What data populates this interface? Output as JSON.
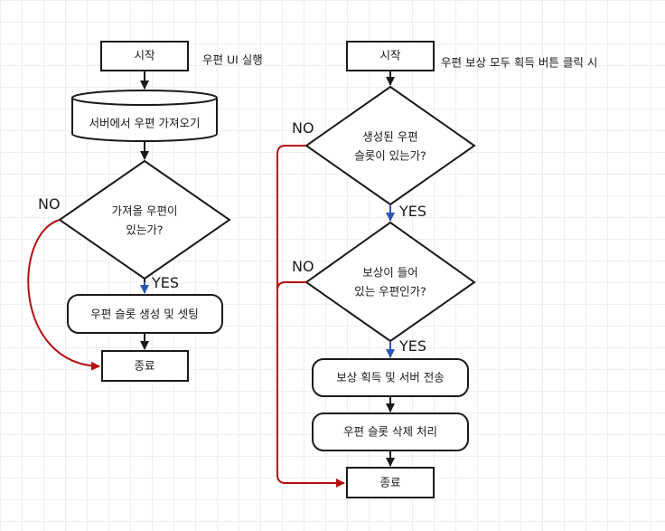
{
  "left_flow": {
    "start": "시작",
    "start_note": "우편 UI 실행",
    "fetch": "서버에서 우편 가져오기",
    "decision": [
      "가져올 우편이",
      "있는가?"
    ],
    "create": "우편 슬롯 생성 및 셋팅",
    "end": "종료",
    "label_no": "NO",
    "label_yes": "YES"
  },
  "right_flow": {
    "start": "시작",
    "start_note": "우편 보상 모두 획득 버튼 클릭 시",
    "decision1": [
      "생성된 우편",
      "슬롯이 있는가?"
    ],
    "decision2": [
      "보상이 들어",
      "있는 우편인가?"
    ],
    "acquire": "보상 획득 및 서버 전송",
    "delete": "우편 슬롯 삭제 처리",
    "end": "종료",
    "label_no1": "NO",
    "label_yes1": "YES",
    "label_no2": "NO",
    "label_yes2": "YES"
  },
  "colors": {
    "stroke": "#1a1a1a",
    "no_path": "#b40f0f",
    "yes_arrow": "#2a57b5",
    "grid": "#eeeeee",
    "background": "#ffffff"
  }
}
